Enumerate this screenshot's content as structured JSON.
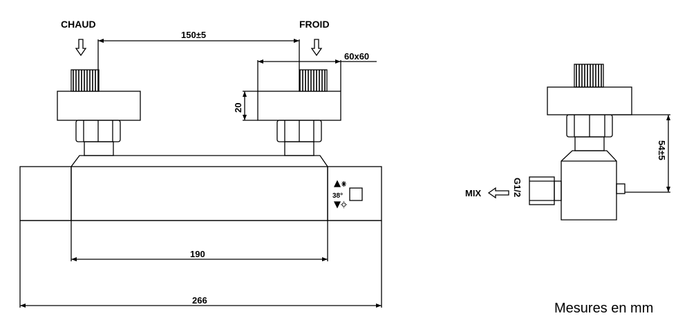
{
  "labels": {
    "hot_inlet": "CHAUD",
    "cold_inlet": "FROID",
    "mix_outlet": "MIX",
    "thread_size": "G1/2",
    "temperature_mark": "38°",
    "units_note": "Mesures en mm"
  },
  "dimensions": {
    "inlet_spacing": "150±5",
    "escutcheon_size": "60x60",
    "escutcheon_depth": "20",
    "body_length_inner": "190",
    "body_length_total": "266",
    "wall_projection": "54±5"
  },
  "colors": {
    "ink": "#000000",
    "paper": "#ffffff"
  }
}
